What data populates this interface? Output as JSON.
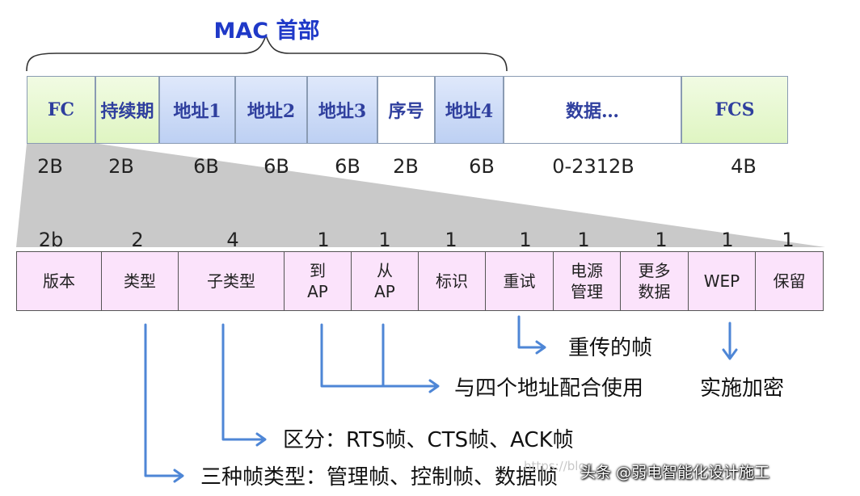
{
  "title": "MAC 首部",
  "mac_fields": [
    {
      "label": "FC",
      "size": "2B",
      "color": "green"
    },
    {
      "label": "持续期",
      "size": "2B",
      "color": "green"
    },
    {
      "label": "地址1",
      "size": "6B",
      "color": "blue"
    },
    {
      "label": "地址2",
      "size": "6B",
      "color": "blue"
    },
    {
      "label": "地址3",
      "size": "6B",
      "color": "blue"
    },
    {
      "label": "序号",
      "size": "2B",
      "color": "white"
    },
    {
      "label": "地址4",
      "size": "6B",
      "color": "blue"
    },
    {
      "label": "数据…",
      "size": "0-2312B",
      "color": "white"
    },
    {
      "label": "FCS",
      "size": "4B",
      "color": "green"
    }
  ],
  "fc_fields": [
    {
      "label": "版本",
      "size": "2b"
    },
    {
      "label": "类型",
      "size": "2"
    },
    {
      "label": "子类型",
      "size": "4"
    },
    {
      "label": "到\nAP",
      "size": "1"
    },
    {
      "label": "从\nAP",
      "size": "1"
    },
    {
      "label": "标识",
      "size": "1"
    },
    {
      "label": "重试",
      "size": "1"
    },
    {
      "label": "电源\n管理",
      "size": "1"
    },
    {
      "label": "更多\n数据",
      "size": "1"
    },
    {
      "label": "WEP",
      "size": "1"
    },
    {
      "label": "保留",
      "size": "1"
    }
  ],
  "notes": {
    "retry": "重传的帧",
    "ap": "与四个地址配合使用",
    "wep": "实施加密",
    "subtype": "区分：RTS帧、CTS帧、ACK帧",
    "type": "三种帧类型：管理帧、控制帧、数据帧"
  },
  "watermark_blog": "https://blog",
  "watermark": "头条 @弱电智能化设计施工",
  "colors": {
    "title": "#1f39c8",
    "green": "#dff5c2",
    "blue": "#bdd0f3",
    "fc_box": "#fbe3fb",
    "arrow": "#4e86d6",
    "wedge": "#c9c9c9"
  }
}
